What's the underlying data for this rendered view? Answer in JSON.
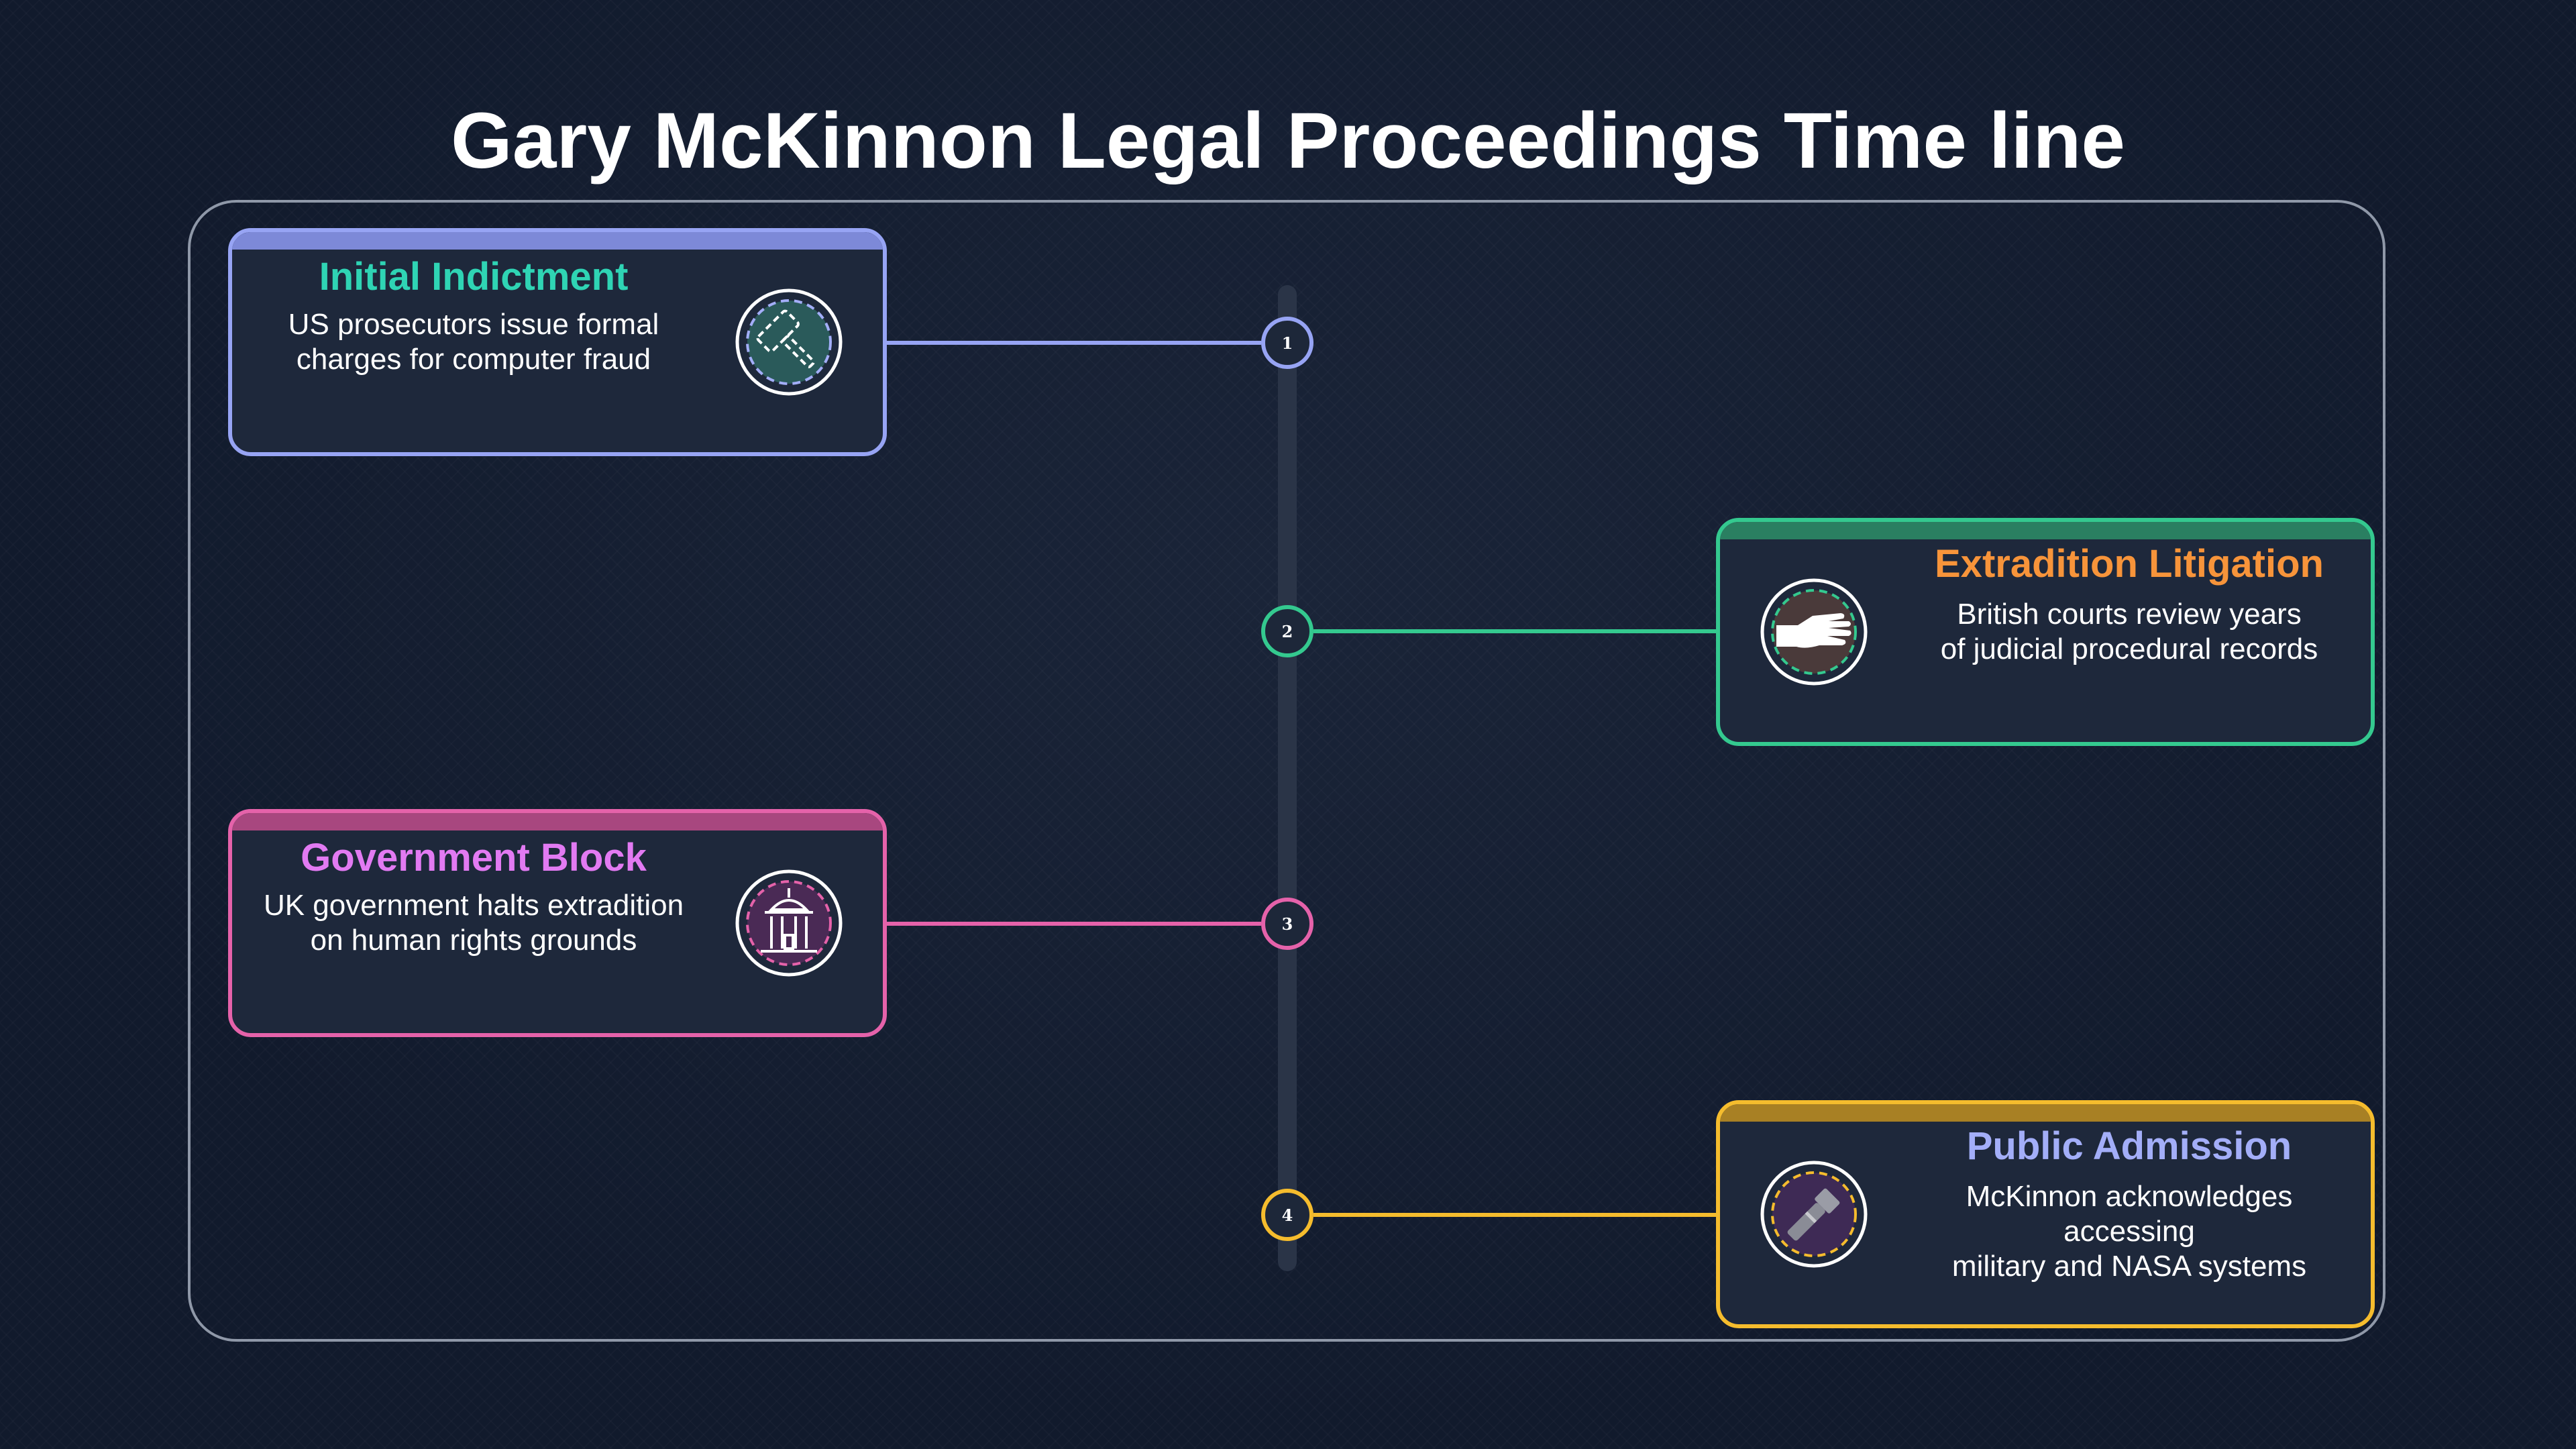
{
  "title": "Gary McKinnon Legal Proceedings Time line",
  "events": [
    {
      "number": "1",
      "heading": "Initial Indictment",
      "desc_line1": "US prosecutors issue formal",
      "desc_line2": "charges for computer fraud",
      "side": "left",
      "accent": "#97a4f4",
      "heading_color": "#2fd4b4",
      "icon": "gavel-icon"
    },
    {
      "number": "2",
      "heading": "Extradition Litigation",
      "desc_line1": "British courts review years",
      "desc_line2": "of judicial procedural records",
      "side": "right",
      "accent": "#34c98f",
      "heading_color": "#f7943a",
      "icon": "hand-icon"
    },
    {
      "number": "3",
      "heading": "Government Block",
      "desc_line1": "UK government halts extradition",
      "desc_line2": "on human rights grounds",
      "side": "left",
      "accent": "#e562aa",
      "heading_color": "#e27af2",
      "icon": "government-building-icon"
    },
    {
      "number": "4",
      "heading": "Public Admission",
      "desc_line1": "McKinnon acknowledges accessing",
      "desc_line2": "military and NASA systems",
      "side": "right",
      "accent": "#f5bc2d",
      "heading_color": "#a3aef8",
      "icon": "flashlight-icon"
    }
  ]
}
